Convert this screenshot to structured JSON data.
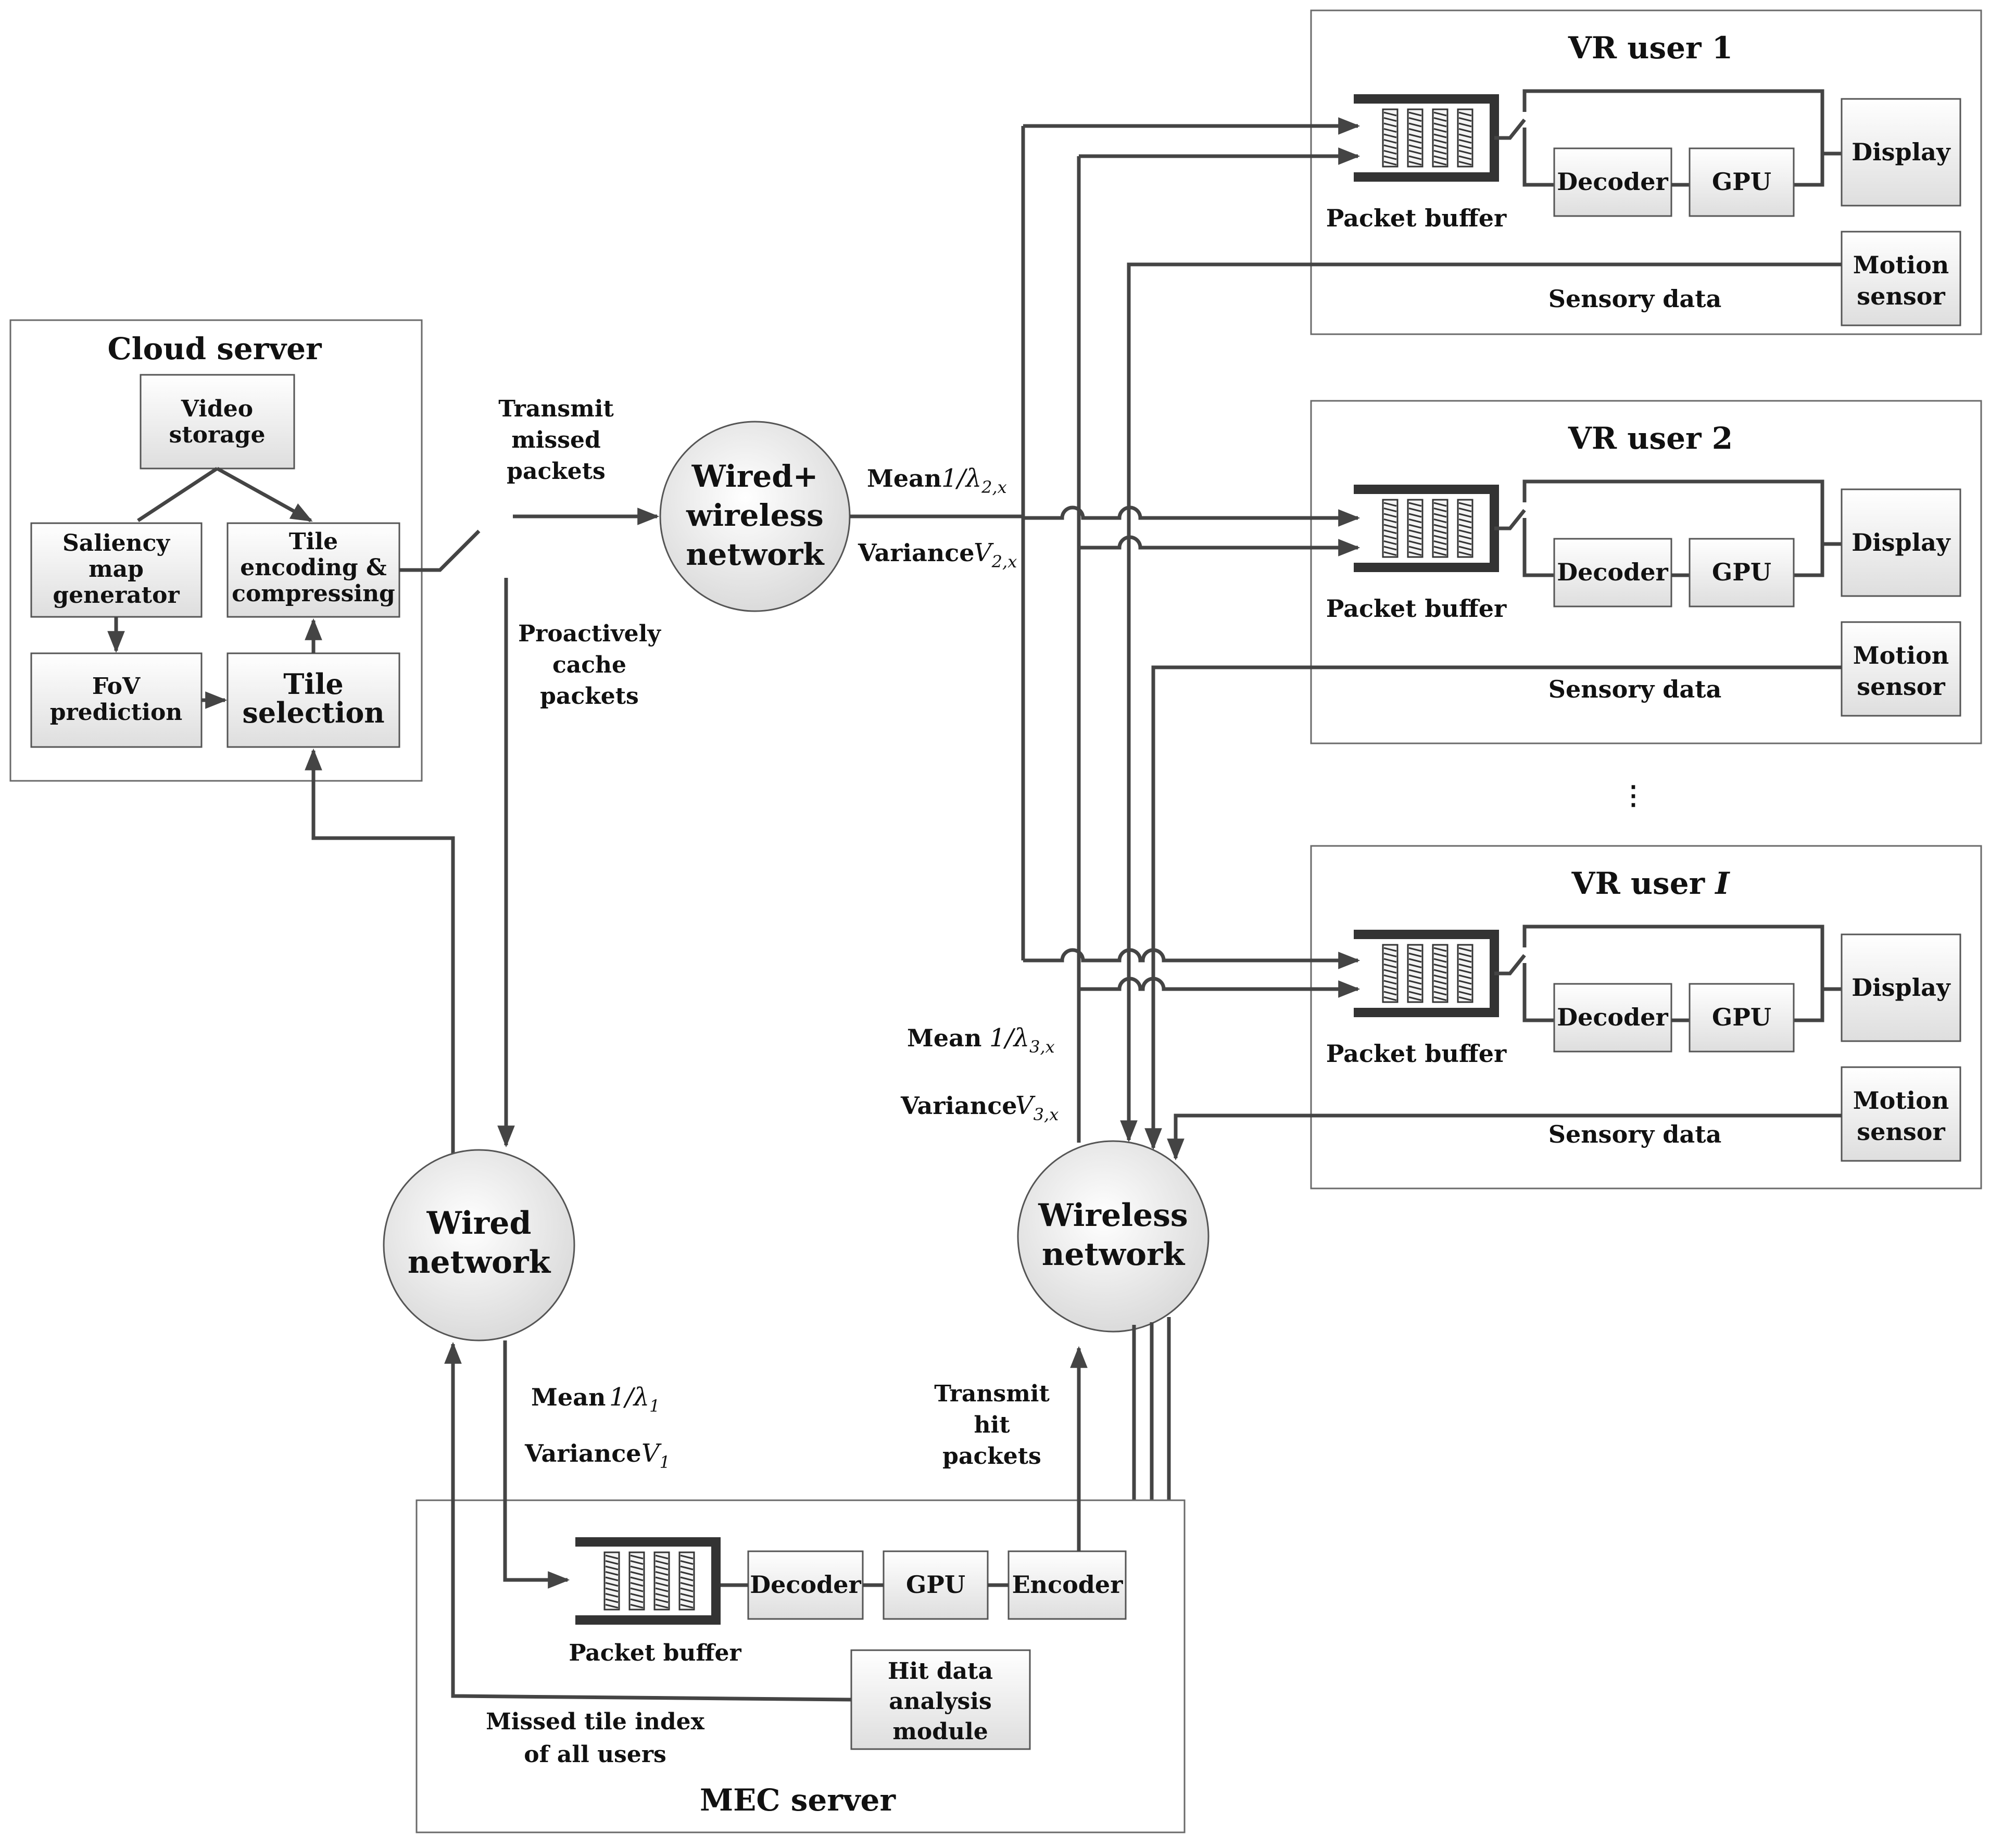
{
  "cloud": {
    "title": "Cloud server",
    "video_storage": [
      "Video",
      "storage"
    ],
    "saliency": [
      "Saliency",
      "map",
      "generator"
    ],
    "tile_encoding": [
      "Tile",
      "encoding &",
      "compressing"
    ],
    "fov": [
      "FoV",
      "prediction"
    ],
    "tile_selection": [
      "Tile",
      "selection"
    ]
  },
  "labels": {
    "transmit_missed": [
      "Transmit",
      "missed",
      "packets"
    ],
    "proactive_cache": [
      "Proactively",
      "cache",
      "packets"
    ],
    "transmit_hit": [
      "Transmit",
      "hit",
      "packets"
    ],
    "missed_tile": [
      "Missed tile index",
      "of all users"
    ],
    "ellipsis": "⋮"
  },
  "networks": {
    "wired_wireless": [
      "Wired+",
      "wireless",
      "network"
    ],
    "wired": [
      "Wired",
      "network"
    ],
    "wireless": [
      "Wireless",
      "network"
    ]
  },
  "stats": {
    "mean_word": "Mean",
    "variance_word": "Variance",
    "wired_wireless": {
      "mean": "1/λ",
      "mean_sub": "2,x",
      "var": "V",
      "var_sub": "2,x"
    },
    "wireless": {
      "mean": "1/λ",
      "mean_sub": "3,x",
      "var": "V",
      "var_sub": "3,x"
    },
    "wired": {
      "mean": "1/λ",
      "mean_sub": "1",
      "var": "V",
      "var_sub": "1"
    }
  },
  "users": [
    {
      "title_prefix": "VR user ",
      "title_index": "1",
      "buffer_label": "Packet buffer",
      "decoder": "Decoder",
      "gpu": "GPU",
      "display": "Display",
      "motion": [
        "Motion",
        "sensor"
      ],
      "sensory": "Sensory data"
    },
    {
      "title_prefix": "VR user ",
      "title_index": "2",
      "buffer_label": "Packet buffer",
      "decoder": "Decoder",
      "gpu": "GPU",
      "display": "Display",
      "motion": [
        "Motion",
        "sensor"
      ],
      "sensory": "Sensory data"
    },
    {
      "title_prefix": "VR user ",
      "title_index": "I",
      "buffer_label": "Packet buffer",
      "decoder": "Decoder",
      "gpu": "GPU",
      "display": "Display",
      "motion": [
        "Motion",
        "sensor"
      ],
      "sensory": "Sensory data"
    }
  ],
  "mec": {
    "title": "MEC server",
    "buffer_label": "Packet buffer",
    "decoder": "Decoder",
    "gpu": "GPU",
    "encoder": "Encoder",
    "hit_module": [
      "Hit data",
      "analysis",
      "module"
    ]
  }
}
